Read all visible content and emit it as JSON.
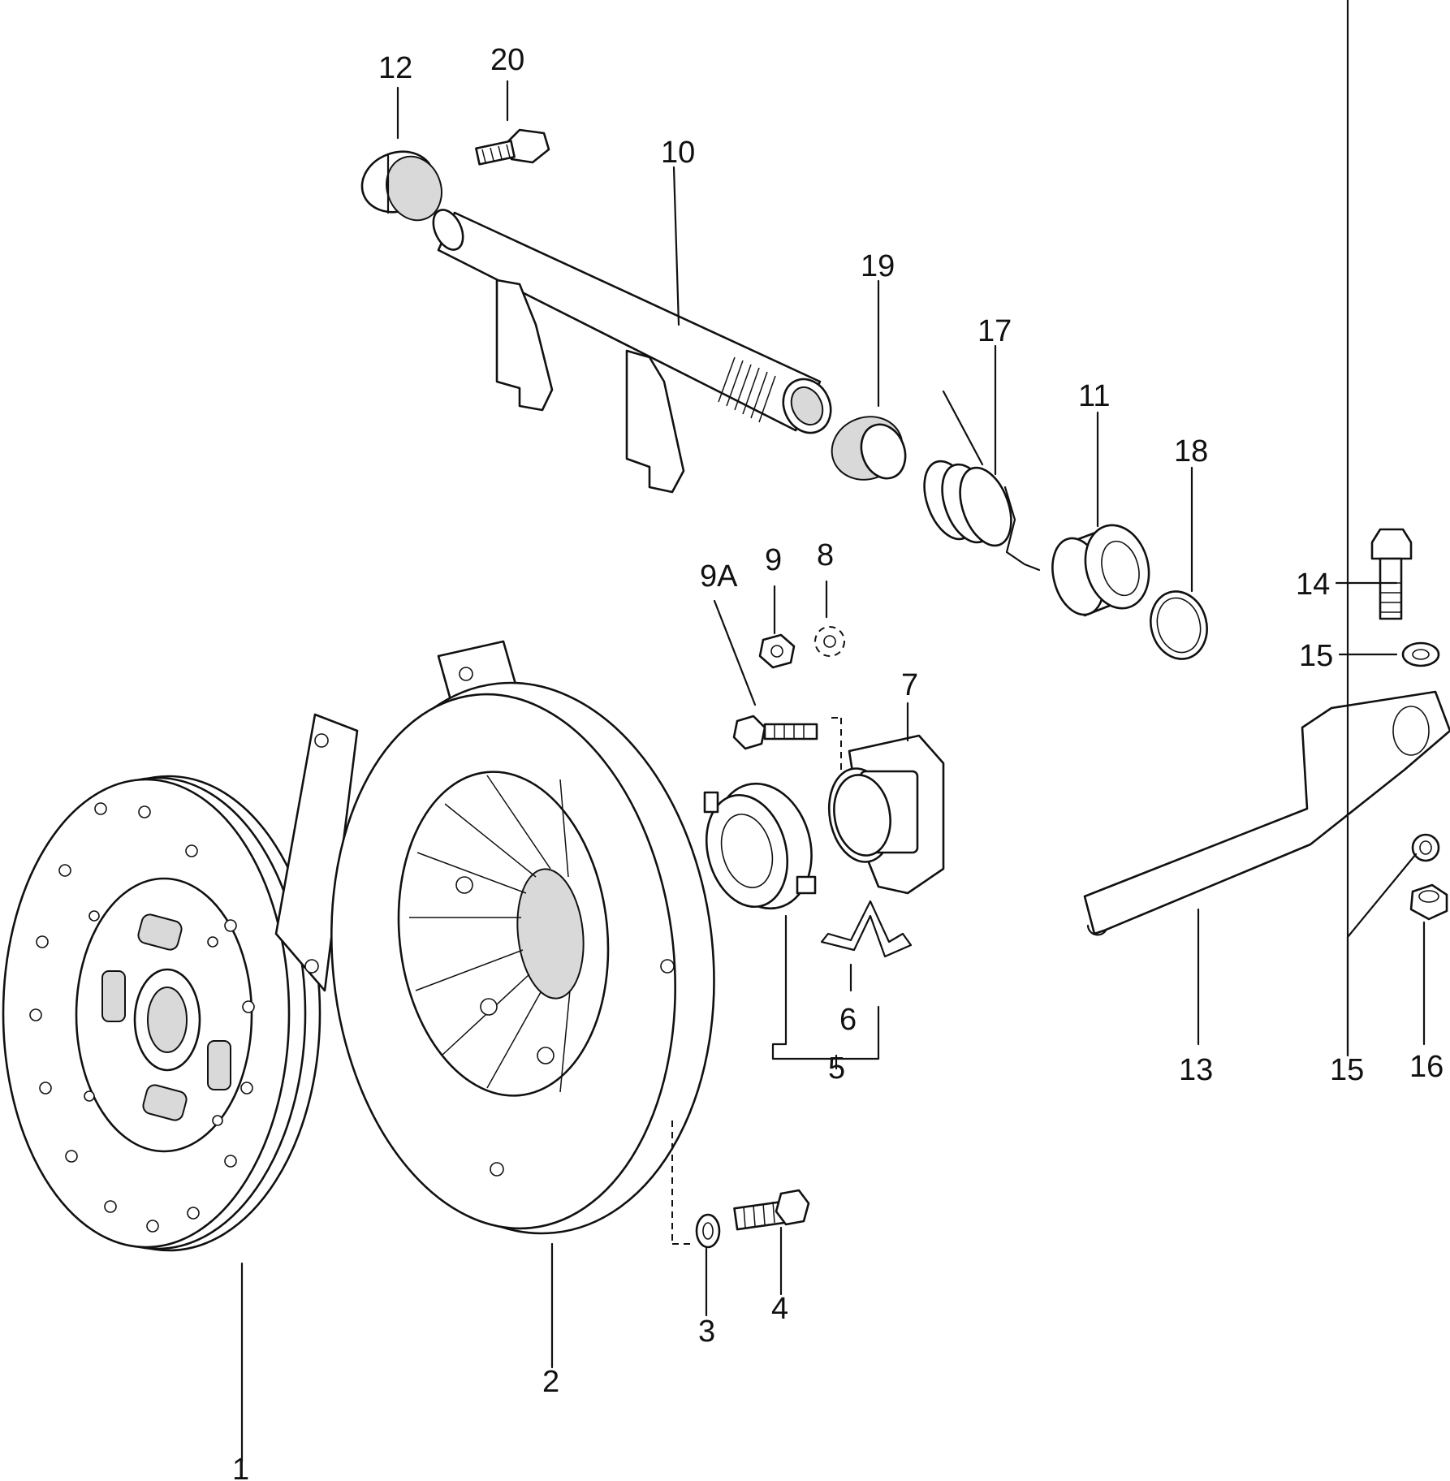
{
  "callouts": {
    "p1": "1",
    "p2": "2",
    "p3": "3",
    "p4": "4",
    "p5": "5",
    "p6": "6",
    "p7": "7",
    "p8": "8",
    "p9": "9",
    "p9a": "9A",
    "p10": "10",
    "p11": "11",
    "p12": "12",
    "p13": "13",
    "p14": "14",
    "p15a": "15",
    "p15b": "15",
    "p16": "16",
    "p17": "17",
    "p18": "18",
    "p19": "19",
    "p20": "20"
  }
}
